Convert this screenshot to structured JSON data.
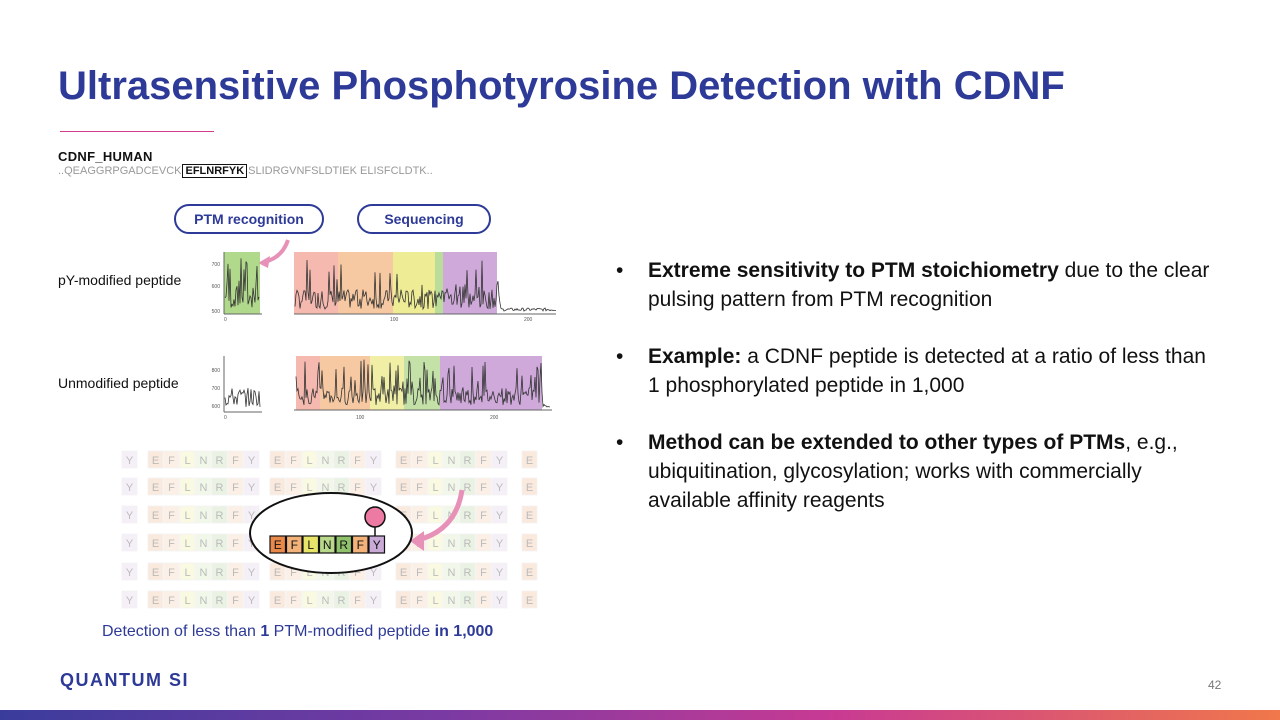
{
  "title": "Ultrasensitive Phosphotyrosine Detection with CDNF",
  "protein": {
    "name": "CDNF_HUMAN",
    "seq_before": "..QEAGGRPGADCEVCK",
    "seq_highlight": "EFLNRFYK",
    "seq_after": "SLIDRGVNFSLDTIEK ELISFCLDTK.."
  },
  "pills": {
    "ptm": "PTM recognition",
    "seq": "Sequencing"
  },
  "trace_labels": {
    "py": "pY-modified peptide",
    "unmod": "Unmodified peptide"
  },
  "trace_axes": {
    "py_y": [
      "700",
      "600",
      "500"
    ],
    "unmod_y": [
      "800",
      "700",
      "600"
    ],
    "x_short": "0",
    "x_long": [
      "100",
      "200"
    ]
  },
  "residues": [
    "Y",
    "E",
    "F",
    "L",
    "N",
    "R",
    "F",
    "Y",
    "E"
  ],
  "zoom_residues": [
    "E",
    "F",
    "L",
    "N",
    "R",
    "F",
    "Y"
  ],
  "residue_colors": {
    "E": "#e8894a",
    "F": "#f2b27a",
    "L": "#e8e46a",
    "N": "#b9d98a",
    "R": "#8fc26a",
    "Y": "#c9a9d6"
  },
  "caption": {
    "pre": "Detection of less than ",
    "num": "1",
    "mid": " PTM-modified peptide ",
    "end": "in 1,000"
  },
  "bullets": [
    {
      "bold": "Extreme sensitivity to PTM stoichiometry",
      "text": " due to the clear pulsing pattern from PTM recognition"
    },
    {
      "bold": "Example:",
      "text": " a CDNF peptide is detected at a ratio of less than 1 phosphorylated peptide in 1,000"
    },
    {
      "bold": "Method can be extended to other types of PTMs",
      "text": ", e.g., ubiquitination, glycosylation; works with commercially available affinity reagents"
    }
  ],
  "bullet_char": "•",
  "logo": "QUANTUM SI",
  "page_number": "42",
  "colors": {
    "title": "#2d3a97",
    "accent": "#d23a8d"
  }
}
